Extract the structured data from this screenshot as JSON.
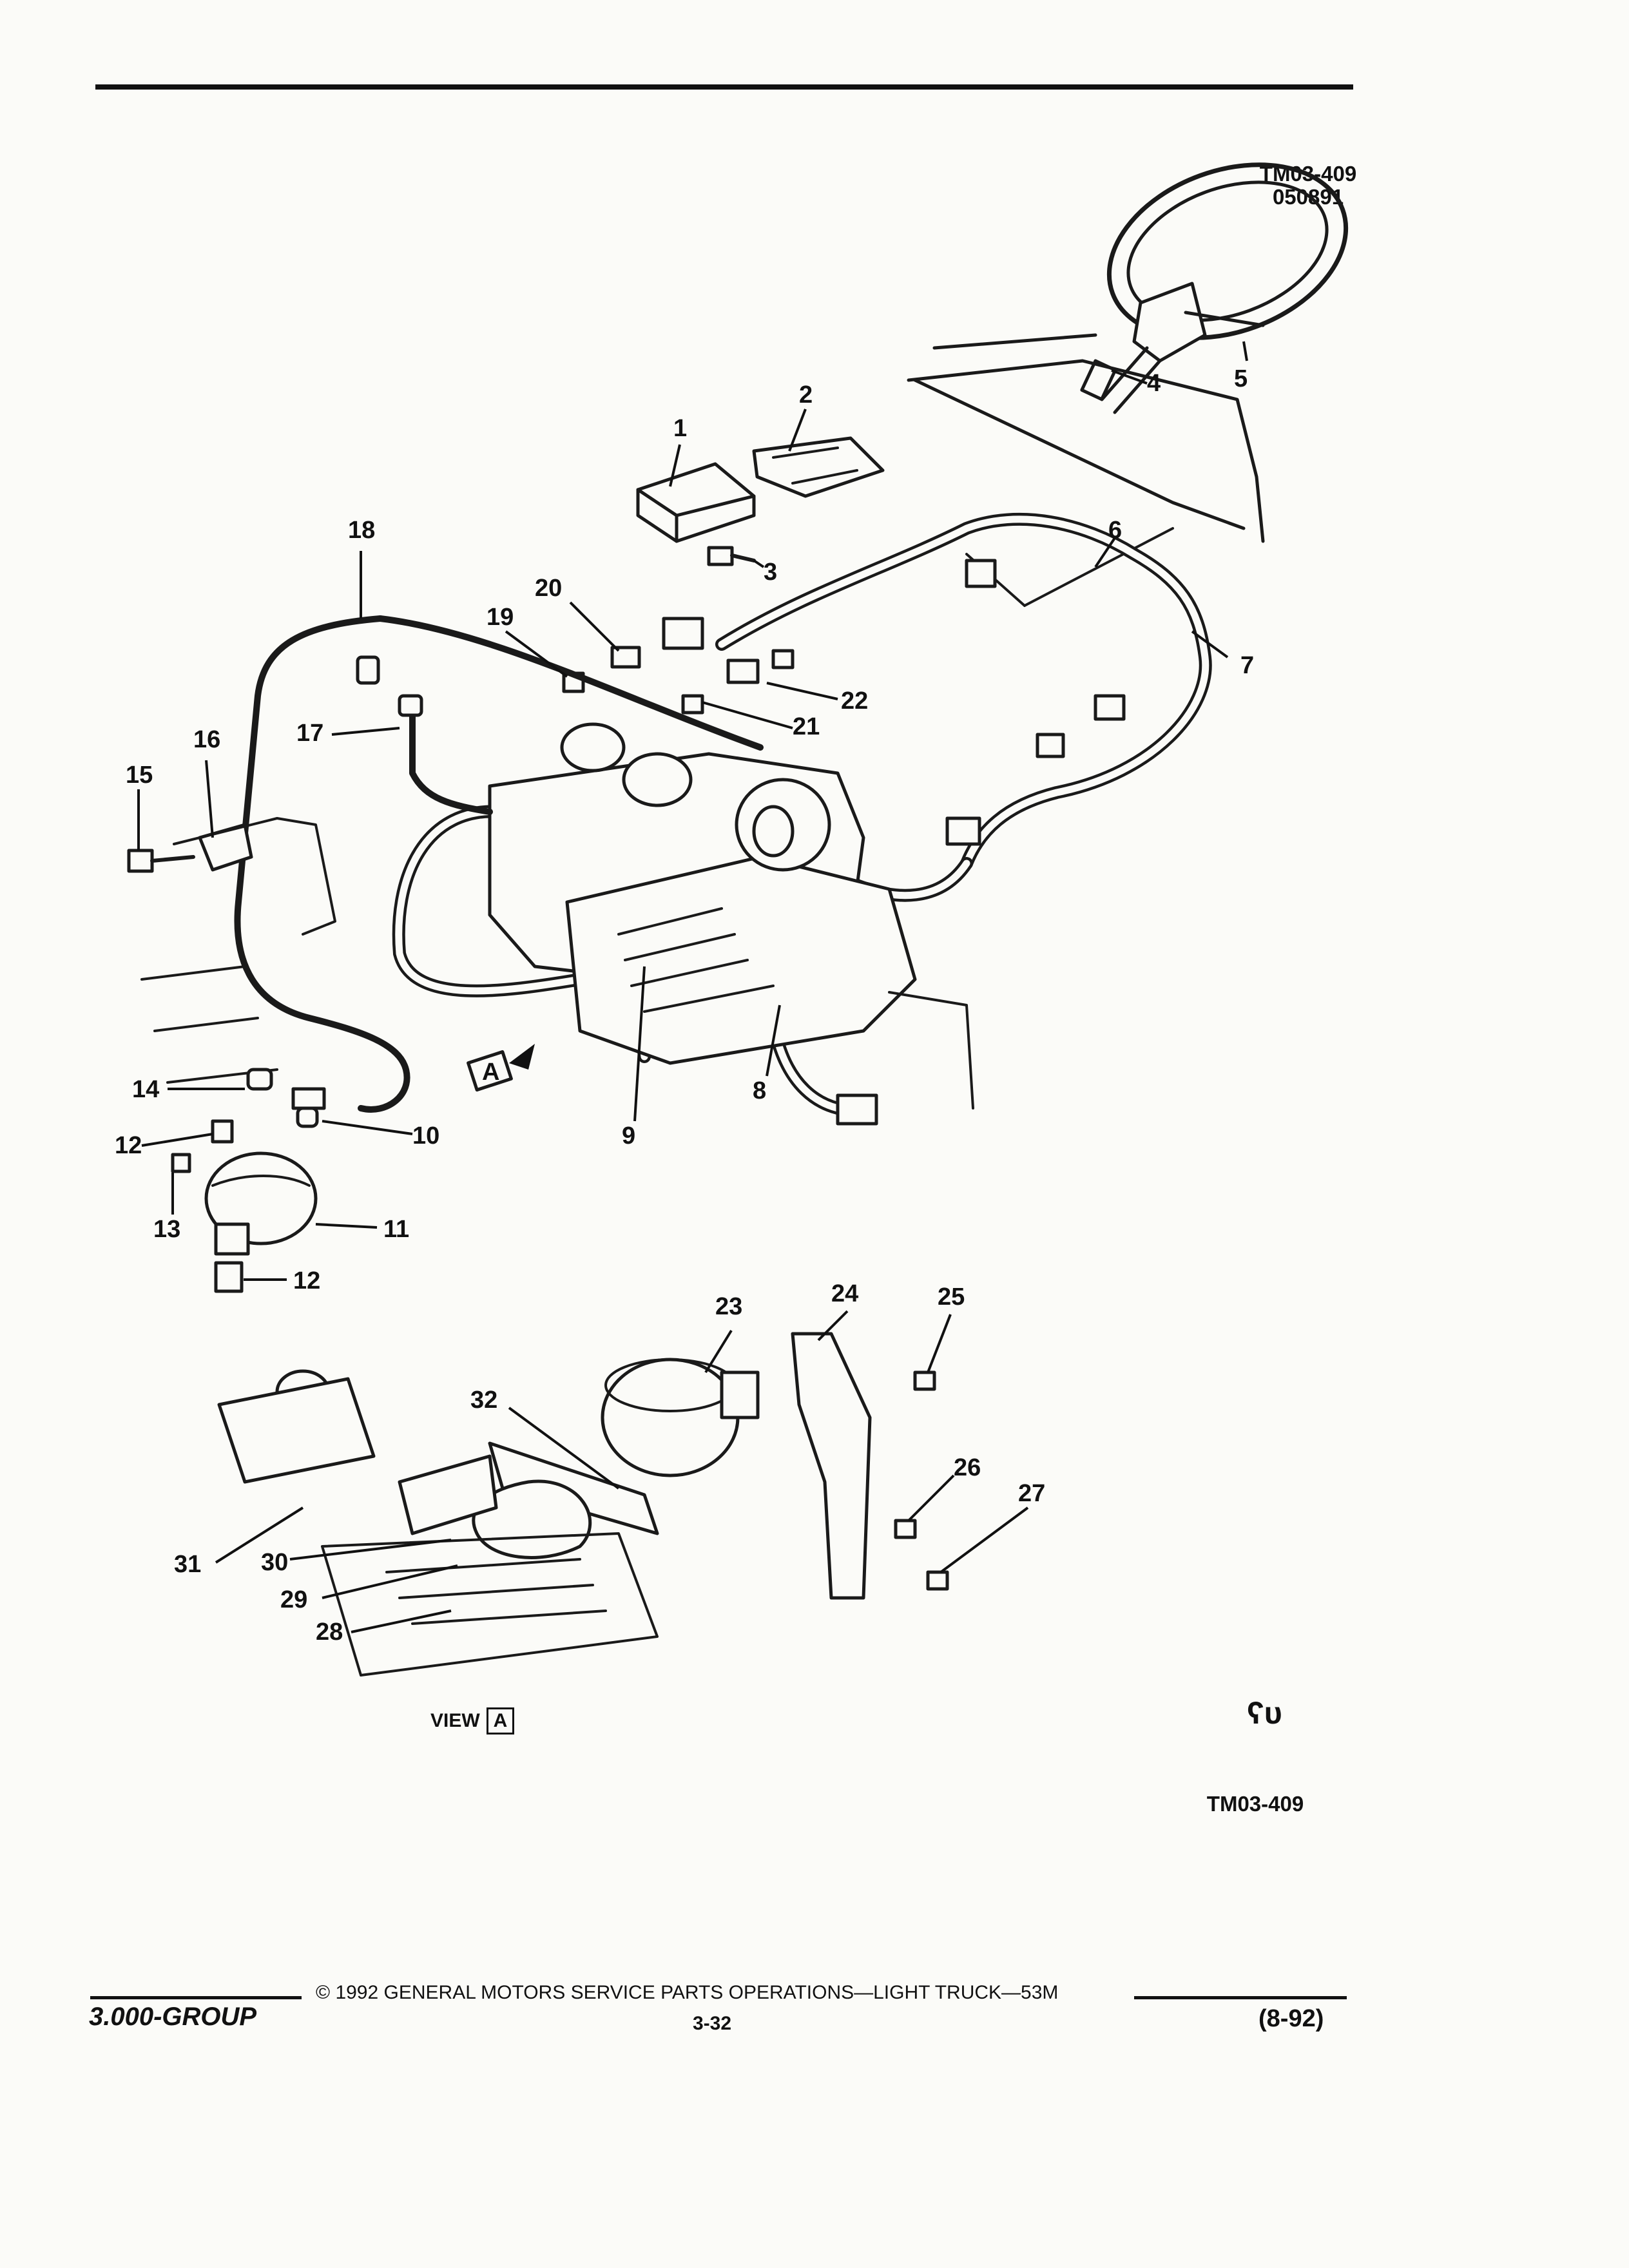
{
  "header": {
    "figure_code": "TM03-409",
    "figure_date": "050891"
  },
  "callouts": [
    "1",
    "2",
    "3",
    "4",
    "5",
    "6",
    "7",
    "8",
    "9",
    "10",
    "11",
    "12",
    "12",
    "13",
    "14",
    "15",
    "16",
    "17",
    "18",
    "19",
    "20",
    "21",
    "22",
    "23",
    "24",
    "25",
    "26",
    "27",
    "28",
    "29",
    "30",
    "31",
    "32"
  ],
  "view": {
    "label": "VIEW",
    "letter": "A"
  },
  "figure_code_bottom": "TM03-409",
  "logo": "ʕᴜ",
  "footer": {
    "copyright": "© 1992 GENERAL MOTORS SERVICE PARTS OPERATIONS—LIGHT TRUCK—53M",
    "group": "3.000-GROUP",
    "page": "3-32",
    "date_code": "(8-92)"
  }
}
